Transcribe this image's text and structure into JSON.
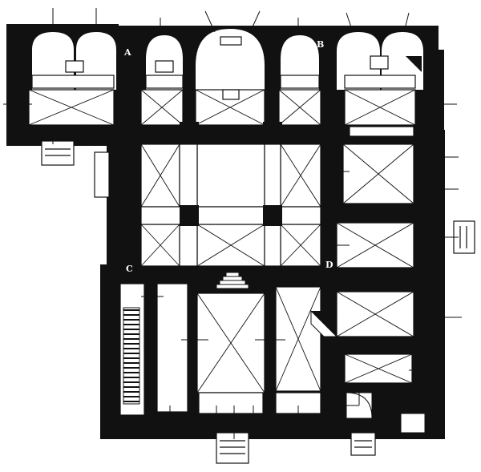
{
  "plan": {
    "wall_color": "#111111",
    "room_color": "#ffffff",
    "labels": {
      "a": "A",
      "b": "B",
      "c": "C",
      "d": "D"
    }
  }
}
